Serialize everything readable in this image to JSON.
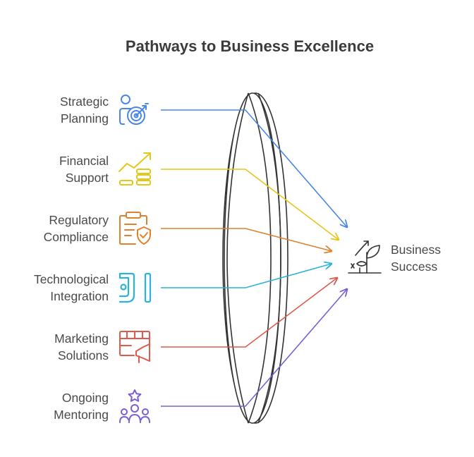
{
  "title": "Pathways to Business Excellence",
  "inputs": [
    {
      "line1": "Strategic",
      "line2": "Planning",
      "color": "#4a86e8",
      "icon": "target-person-icon"
    },
    {
      "line1": "Financial",
      "line2": "Support",
      "color": "#e6c619",
      "icon": "coins-growth-icon"
    },
    {
      "line1": "Regulatory",
      "line2": "Compliance",
      "color": "#e0812e",
      "icon": "clipboard-shield-icon"
    },
    {
      "line1": "Technological",
      "line2": "Integration",
      "color": "#2bb3d6",
      "icon": "integration-icon"
    },
    {
      "line1": "Marketing",
      "line2": "Solutions",
      "color": "#e05a4e",
      "icon": "megaphone-calendar-icon"
    },
    {
      "line1": "Ongoing",
      "line2": "Mentoring",
      "color": "#7b5ed6",
      "icon": "mentoring-group-icon"
    }
  ],
  "outcome": {
    "line1": "Business",
    "line2": "Success",
    "icon": "growing-plant-icon"
  },
  "lens_color": "#333333"
}
